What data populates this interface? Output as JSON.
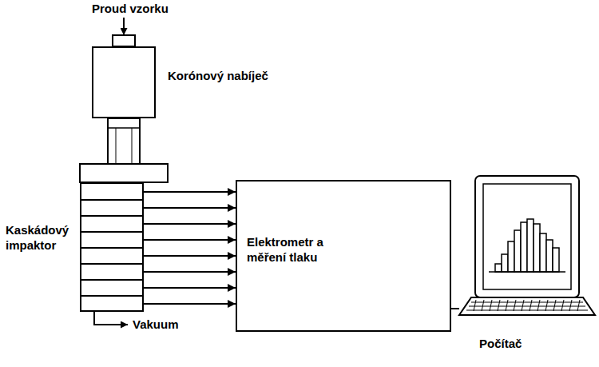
{
  "diagram": {
    "nodes": [
      {
        "text": [
          "Korónový nabíječ"
        ]
      },
      {
        "text": [
          "Kaskádový impaktor"
        ]
      },
      {
        "text": [
          "Elektrometr a měření tlaku"
        ]
      },
      {
        "text": [
          "Počítač"
        ]
      }
    ],
    "edges": [
      {
        "from": 1,
        "to": 2,
        "arrow": "to"
      },
      {
        "from": 1,
        "to": 2,
        "arrow": "to"
      },
      {
        "from": 1,
        "to": 2,
        "arrow": "to"
      },
      {
        "from": 1,
        "to": 2,
        "arrow": "to"
      },
      {
        "from": 1,
        "to": 2,
        "arrow": "to"
      },
      {
        "from": 1,
        "to": 2,
        "arrow": "to"
      },
      {
        "from": 1,
        "to": 2,
        "arrow": "to"
      },
      {
        "from": 1,
        "to": 2,
        "arrow": "to"
      },
      {
        "from": 2,
        "to": 3,
        "arrow": "none"
      }
    ],
    "labels": [
      "Proud vzorku",
      "Vakuum"
    ]
  }
}
